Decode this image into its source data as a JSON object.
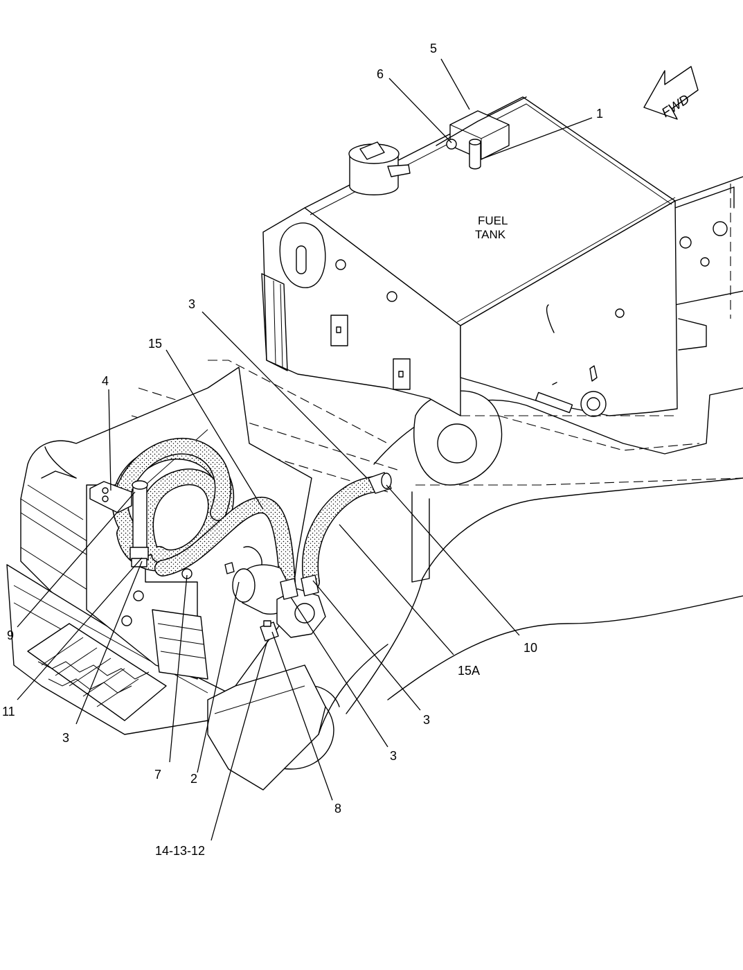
{
  "labels": {
    "fwd": "FWD",
    "tank_line1": "FUEL",
    "tank_line2": "TANK"
  },
  "callouts": {
    "c1": "1",
    "c2": "2",
    "c3a": "3",
    "c3b": "3",
    "c3c": "3",
    "c3d": "3",
    "c4": "4",
    "c5": "5",
    "c6": "6",
    "c7": "7",
    "c8": "8",
    "c9": "9",
    "c10": "10",
    "c11": "11",
    "c14_13_12": "14-13-12",
    "c15": "15",
    "c15a": "15A"
  }
}
